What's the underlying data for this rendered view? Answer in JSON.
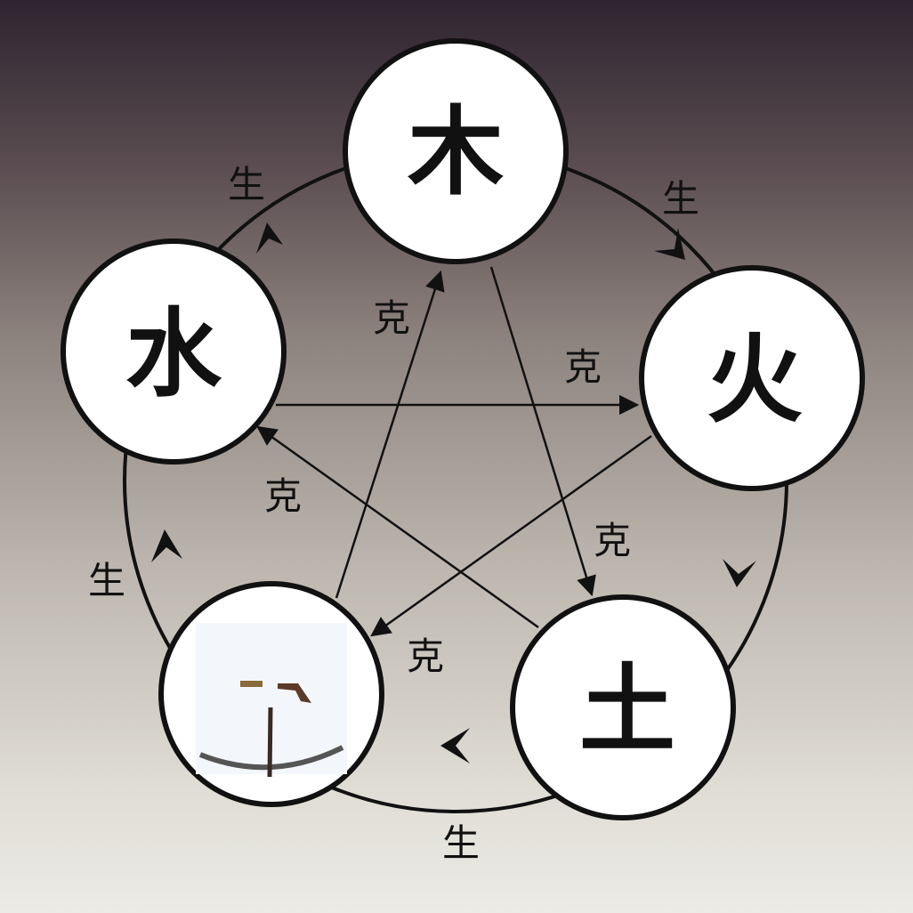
{
  "elements": {
    "wood": "木",
    "fire": "火",
    "earth": "土",
    "water": "水"
  },
  "generating_label": "生",
  "overcoming_label": "克",
  "colors": {
    "stroke": "#111111",
    "node_fill": "#ffffff"
  }
}
